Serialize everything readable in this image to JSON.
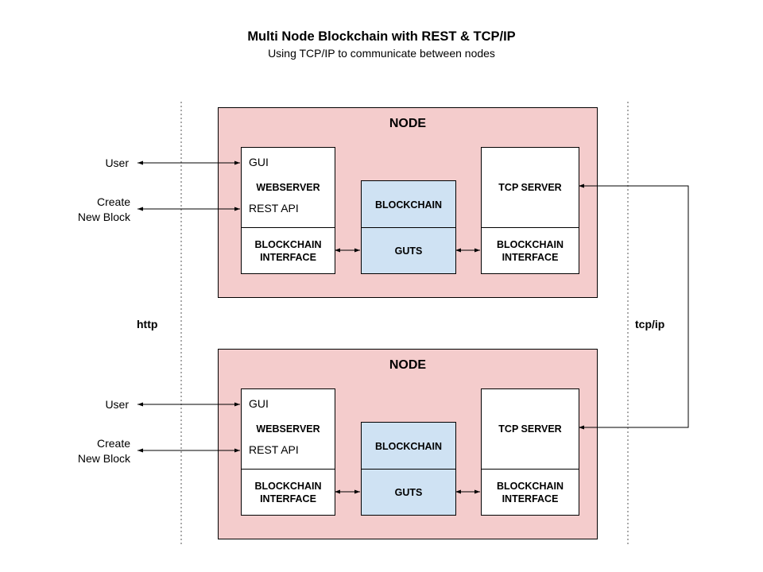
{
  "title": "Multi Node Blockchain with REST & TCP/IP",
  "subtitle": "Using TCP/IP to communicate between nodes",
  "protocols": {
    "left": "http",
    "right": "tcp/ip"
  },
  "nodes": [
    {
      "title": "NODE",
      "user_label": "User",
      "create_label_line1": "Create",
      "create_label_line2": "New Block",
      "webserver": {
        "gui": "GUI",
        "label": "WEBSERVER",
        "rest": "REST API"
      },
      "left_interface": {
        "line1": "BLOCKCHAIN",
        "line2": "INTERFACE"
      },
      "blockchain": {
        "label": "BLOCKCHAIN",
        "guts": "GUTS"
      },
      "tcp_server": {
        "label": "TCP SERVER"
      },
      "right_interface": {
        "line1": "BLOCKCHAIN",
        "line2": "INTERFACE"
      }
    },
    {
      "title": "NODE",
      "user_label": "User",
      "create_label_line1": "Create",
      "create_label_line2": "New Block",
      "webserver": {
        "gui": "GUI",
        "label": "WEBSERVER",
        "rest": "REST API"
      },
      "left_interface": {
        "line1": "BLOCKCHAIN",
        "line2": "INTERFACE"
      },
      "blockchain": {
        "label": "BLOCKCHAIN",
        "guts": "GUTS"
      },
      "tcp_server": {
        "label": "TCP SERVER"
      },
      "right_interface": {
        "line1": "BLOCKCHAIN",
        "line2": "INTERFACE"
      }
    }
  ],
  "colors": {
    "node_fill": "#f4cccc",
    "blockchain_fill": "#cfe2f3",
    "box_fill": "#ffffff"
  }
}
